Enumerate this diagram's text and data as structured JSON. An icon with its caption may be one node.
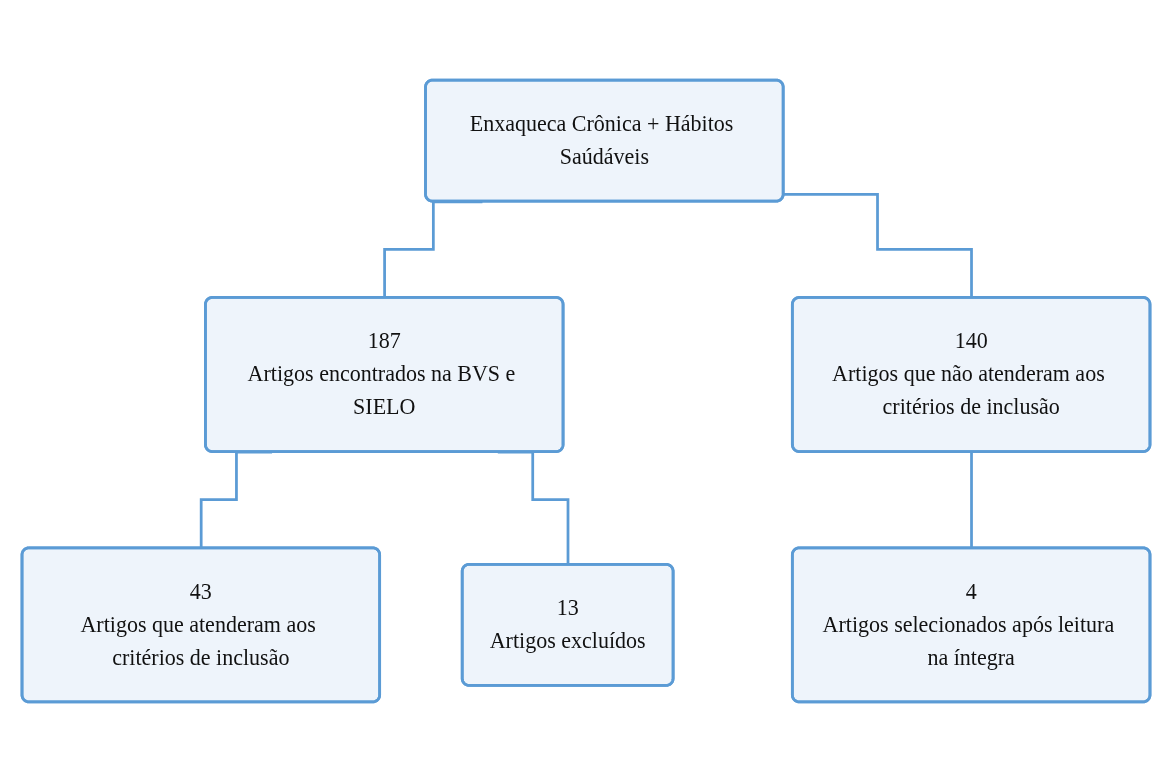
{
  "diagram": {
    "nodes": [
      {
        "text": [
          "Enxaqueca Crônica + Hábitos Saúdáveis"
        ]
      },
      {
        "text": [
          "187",
          "Artigos encontrados na BVS e SIELO"
        ]
      },
      {
        "text": [
          "140",
          "Artigos que não atenderam aos critérios de inclusão"
        ]
      },
      {
        "text": [
          "43",
          "Artigos que atenderam aos critérios de inclusão"
        ]
      },
      {
        "text": [
          "13",
          "Artigos excluídos"
        ]
      },
      {
        "text": [
          "4",
          "Artigos selecionados após leitura na íntegra"
        ]
      }
    ],
    "edges": [
      {
        "from": 0,
        "to": 1,
        "arrow": "none"
      },
      {
        "from": 0,
        "to": 2,
        "arrow": "none"
      },
      {
        "from": 1,
        "to": 3,
        "arrow": "none"
      },
      {
        "from": 1,
        "to": 4,
        "arrow": "none"
      },
      {
        "from": 2,
        "to": 5,
        "arrow": "none"
      }
    ]
  }
}
